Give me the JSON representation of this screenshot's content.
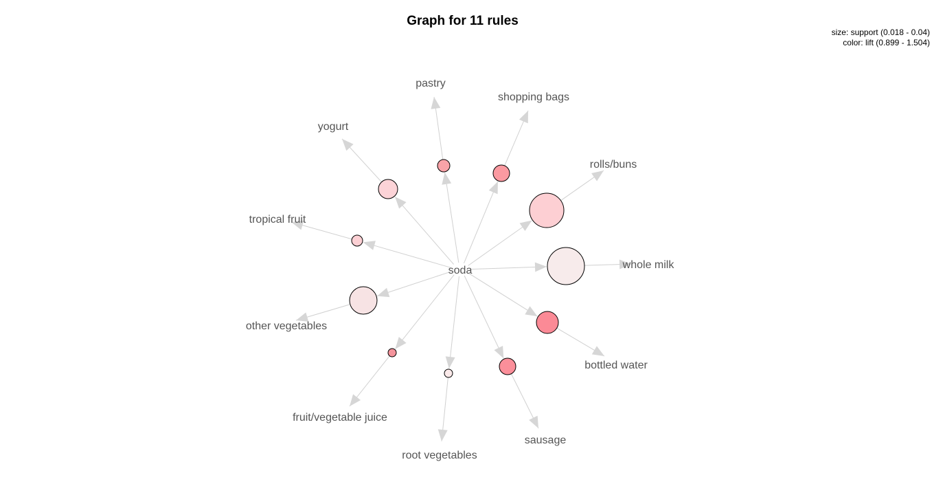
{
  "title": "Graph for 11 rules",
  "legend": {
    "size": "size: support (0.018 - 0.04)",
    "color": "color: lift (0.899 - 1.504)"
  },
  "graph": {
    "lhs_item": "soda",
    "rules": [
      {
        "id": "rule-1",
        "rhs": "pastry",
        "support": 0.021,
        "lift": 1.28,
        "color": "#f9a3a8"
      },
      {
        "id": "rule-2",
        "rhs": "shopping bags",
        "support": 0.025,
        "lift": 1.33,
        "color": "#fb9aa1"
      },
      {
        "id": "rule-3",
        "rhs": "rolls/buns",
        "support": 0.038,
        "lift": 1.1,
        "color": "#fdcfd3"
      },
      {
        "id": "rule-4",
        "rhs": "whole milk",
        "support": 0.04,
        "lift": 0.91,
        "color": "#f7ebeb"
      },
      {
        "id": "rule-5",
        "rhs": "bottled water",
        "support": 0.029,
        "lift": 1.5,
        "color": "#fb8a96"
      },
      {
        "id": "rule-6",
        "rhs": "sausage",
        "support": 0.024,
        "lift": 1.47,
        "color": "#fb8f9a"
      },
      {
        "id": "rule-7",
        "rhs": "root vegetables",
        "support": 0.019,
        "lift": 0.91,
        "color": "#fbeaea"
      },
      {
        "id": "rule-8",
        "rhs": "fruit/vegetable juice",
        "support": 0.018,
        "lift": 1.44,
        "color": "#f4949c"
      },
      {
        "id": "rule-9",
        "rhs": "other vegetables",
        "support": 0.033,
        "lift": 0.97,
        "color": "#f7e3e4"
      },
      {
        "id": "rule-10",
        "rhs": "tropical fruit",
        "support": 0.021,
        "lift": 1.12,
        "color": "#fcd0d4"
      },
      {
        "id": "rule-11",
        "rhs": "yogurt",
        "support": 0.027,
        "lift": 1.15,
        "color": "#fcd3d7"
      }
    ]
  }
}
